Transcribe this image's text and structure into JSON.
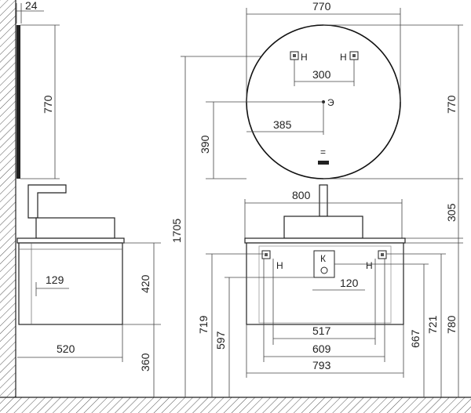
{
  "dimensions": {
    "mirror_thickness": "24",
    "mirror_height_side": "770",
    "mirror_diameter": "770",
    "mirror_height_front": "770",
    "mirror_socket_spacing": "300",
    "mirror_socket_height": "390",
    "mirror_socket_offset": "385",
    "total_height": "1705",
    "basin_width": "800",
    "basin_height": "305",
    "tap_offset": "129",
    "cabinet_height": "420",
    "cabinet_depth": "520",
    "cabinet_floor_gap": "360",
    "outlet_offset": "120",
    "height_719": "719",
    "height_597": "597",
    "height_667": "667",
    "height_721": "721",
    "height_780": "780",
    "width_517": "517",
    "width_609": "609",
    "width_793": "793"
  },
  "markers": {
    "water_left": "Н",
    "water_right": "Н",
    "electric": "Э",
    "drain": "К",
    "cab_water_left": "Н",
    "cab_water_right": "Н",
    "light_symbol": "="
  },
  "colors": {
    "line": "#222222",
    "dim_line": "#444444",
    "hatch": "#555555",
    "mirror_edge": "#111111"
  }
}
